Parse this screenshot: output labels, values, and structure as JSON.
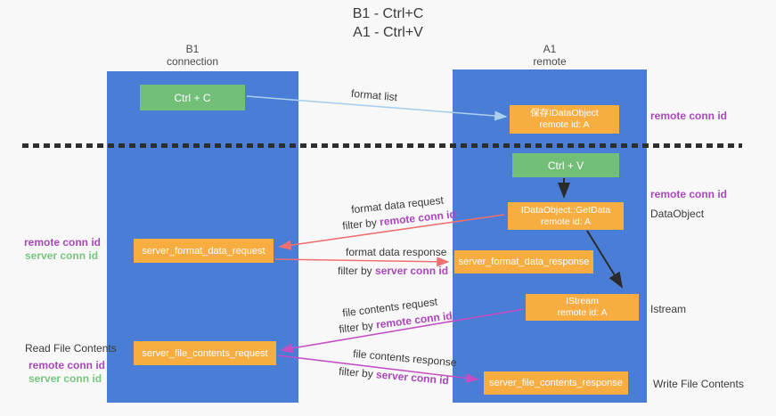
{
  "title": {
    "line1": "B1 - Ctrl+C",
    "line2": "A1 - Ctrl+V"
  },
  "columns": {
    "left": {
      "name": "B1",
      "role": "connection"
    },
    "right": {
      "name": "A1",
      "role": "remote"
    }
  },
  "nodes": {
    "ctrl_c": {
      "label": "Ctrl + C"
    },
    "ctrl_v": {
      "label": "Ctrl + V"
    },
    "save_dataobject": {
      "line1": "保存IDataObject",
      "line2": "remote id: A"
    },
    "getdata": {
      "line1": "IDataObject::GetData",
      "line2": "remote id: A"
    },
    "istream": {
      "line1": "IStream",
      "line2": "remote id: A"
    },
    "format_request": {
      "label": "server_format_data_request"
    },
    "format_response": {
      "label": "server_format_data_response"
    },
    "file_request": {
      "label": "server_file_contents_request"
    },
    "file_response": {
      "label": "server_file_contents_response"
    }
  },
  "arrow_labels": {
    "format_list": "format list",
    "format_data_request": "format data request",
    "format_data_response": "format data response",
    "file_contents_request": "file contents request",
    "file_contents_response": "file contents response",
    "filter_by": "filter by ",
    "remote_conn_id": "remote conn id",
    "server_conn_id": "server conn id"
  },
  "side_labels": {
    "right_remote_conn_id_top": "remote conn id",
    "right_remote_conn_id_mid": "remote conn id",
    "dataobject": "DataObject",
    "istream": "Istream",
    "write_file_contents": "Write File Contents",
    "left_remote_conn_id_top": "remote conn id",
    "left_server_conn_id_top": "server conn id",
    "read_file_contents": "Read File Contents",
    "left_remote_conn_id_bottom": "remote conn id",
    "left_server_conn_id_bottom": "server conn id"
  },
  "colors": {
    "column_blue": "#4a7ed6",
    "box_green": "#72bf78",
    "box_orange": "#f8ad41",
    "arrow_blue": "#aacfee",
    "arrow_red": "#ee7070",
    "arrow_magenta": "#c44fc4",
    "arrow_black": "#2b2b2b",
    "label_purple": "#ab47bc",
    "label_green": "#77c77f"
  }
}
